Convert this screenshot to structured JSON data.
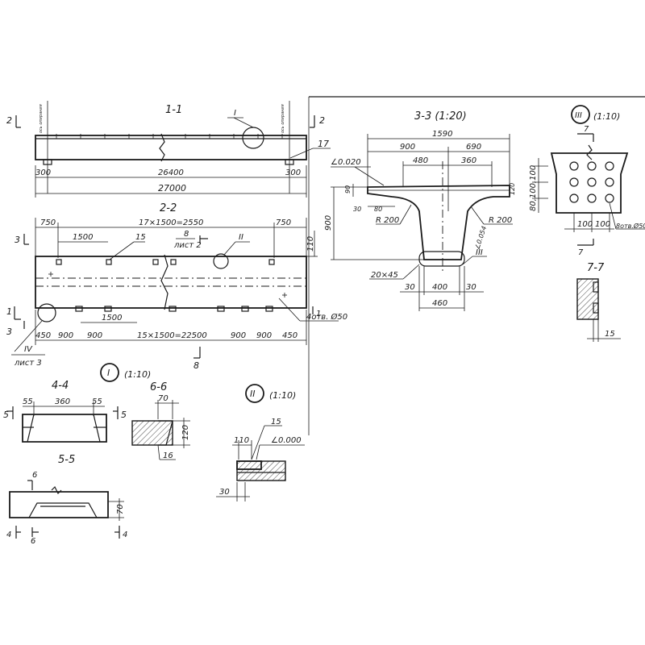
{
  "section_1_1": {
    "title": "1-1",
    "cut_2_left": "2",
    "cut_2_right": "2",
    "callout_I": "I",
    "callout_17": "17",
    "dim_300_left": "300",
    "dim_26400": "26400",
    "dim_300_right": "300",
    "dim_27000": "27000",
    "support_note_left": "ось опирания",
    "support_note_right": "ось опирания"
  },
  "section_2_2": {
    "title": "2-2",
    "dim_750_left": "750",
    "dim_17x1500": "17×1500=2550",
    "dim_750_right": "750",
    "dim_1500_top": "1500",
    "callout_15": "15",
    "cut_8": "8",
    "sheet_2": "лист 2",
    "callout_II": "II",
    "dim_110": "110",
    "cut_3_top": "3",
    "cut_3_bottom": "3",
    "cut_1": "1",
    "dim_1500_bottom": "1500",
    "holes_note": "4отв. Ø50",
    "dim_450_left": "450",
    "dim_900_a": "900",
    "dim_900_b": "900",
    "dim_15x1500": "15×1500=22500",
    "dim_900_c": "900",
    "dim_900_d": "900",
    "dim_450_right": "450",
    "callout_IV": "IV",
    "sheet_3": "лист 3",
    "cut_8_bottom": "8",
    "cut_1_bottom": "1"
  },
  "section_3_3": {
    "title": "3-3 (1:20)",
    "dim_1590": "1590",
    "dim_900": "900",
    "dim_690": "690",
    "dim_480": "480",
    "dim_360": "360",
    "slope_0020": "∠0.020",
    "dim_90": "90",
    "dim_120": "120",
    "dim_30_left": "30",
    "dim_80": "80",
    "r200_left": "R 200",
    "r200_right": "R 200",
    "dim_900_height": "900",
    "slope_0054": "∠0.054",
    "chamfer": "20×45",
    "callout_III": "III",
    "dim_30_a": "30",
    "dim_400": "400",
    "dim_30_b": "30",
    "dim_460": "460"
  },
  "detail_III": {
    "title": "(1:10)",
    "callout": "III",
    "cut_7_top": "7",
    "dims_vertical": "80,100,100",
    "dim_100_a": "100",
    "dim_100_b": "100",
    "holes_note": "8отв.Ø50",
    "cut_7_bottom": "7"
  },
  "section_7_7": {
    "title": "7-7",
    "dim_15": "15"
  },
  "detail_I": {
    "callout": "I",
    "scale": "(1:10)"
  },
  "section_4_4": {
    "title": "4-4",
    "dim_55_left": "55",
    "dim_360": "360",
    "dim_55_right": "55",
    "cut_5_left": "5",
    "cut_5_right": "5"
  },
  "section_5_5": {
    "title": "5-5",
    "cut_6": "6",
    "dim_70": "70",
    "cut_4_left": "4",
    "cut_6_bottom": "6",
    "cut_4_right": "4"
  },
  "section_6_6": {
    "title": "6-6",
    "dim_70": "70",
    "dim_120": "120",
    "callout_16": "16"
  },
  "detail_II": {
    "callout": "II",
    "scale": "(1:10)",
    "callout_15": "15",
    "dim_110": "110",
    "slope": "∠0.000",
    "dim_30": "30"
  }
}
